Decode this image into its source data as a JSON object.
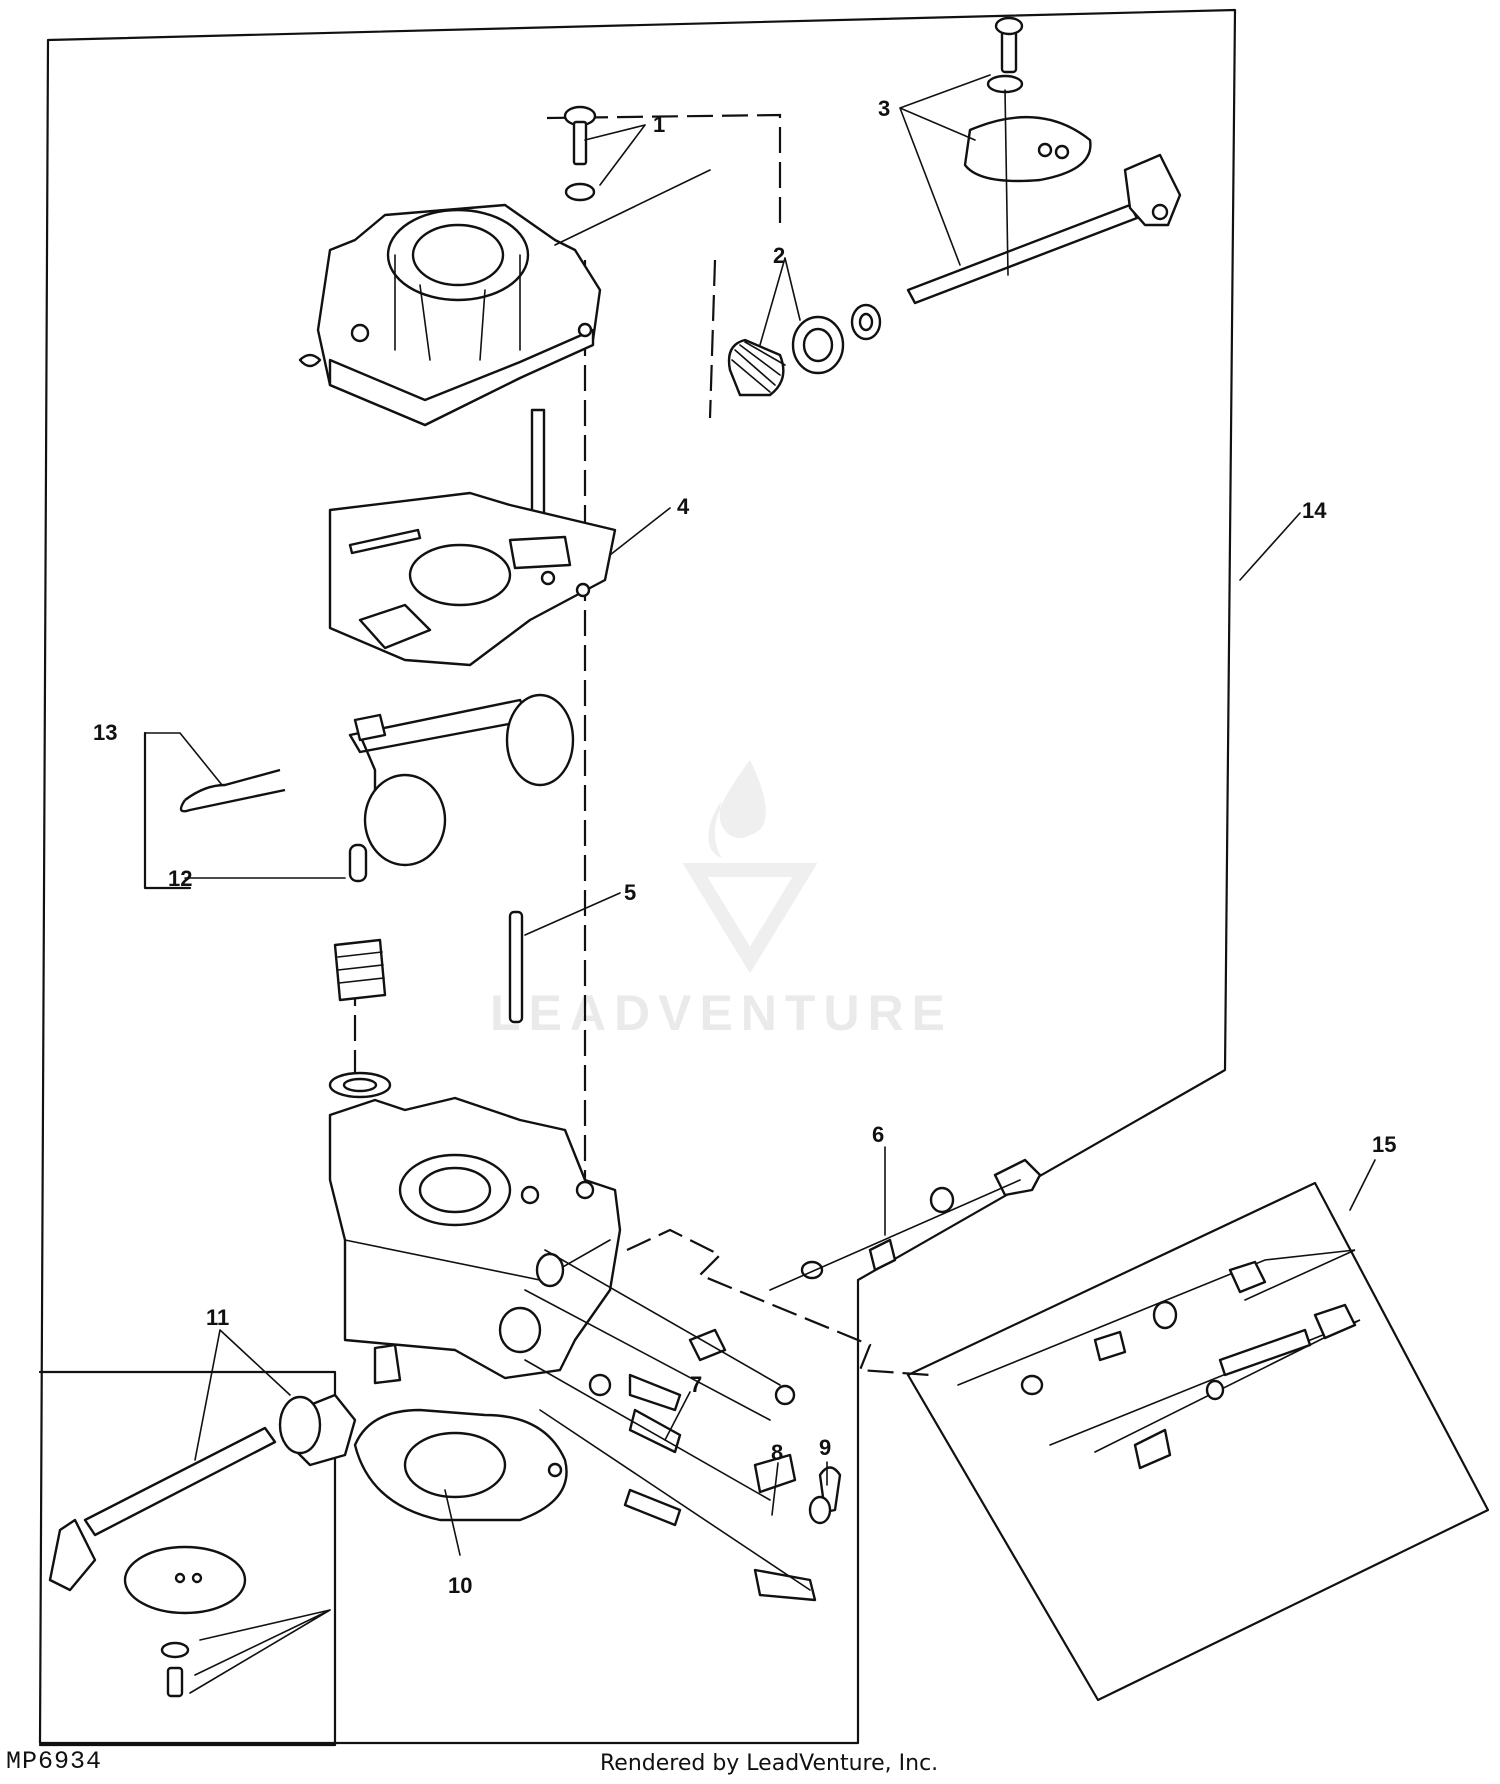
{
  "figure_code": "MP6934",
  "credit": "Rendered by LeadVenture, Inc.",
  "watermark": "LEADVENTURE",
  "callouts": [
    {
      "label": "1"
    },
    {
      "label": "2"
    },
    {
      "label": "3"
    },
    {
      "label": "4"
    },
    {
      "label": "5"
    },
    {
      "label": "6"
    },
    {
      "label": "7"
    },
    {
      "label": "8"
    },
    {
      "label": "9"
    },
    {
      "label": "10"
    },
    {
      "label": "11"
    },
    {
      "label": "12"
    },
    {
      "label": "13"
    },
    {
      "label": "14"
    },
    {
      "label": "15"
    }
  ]
}
